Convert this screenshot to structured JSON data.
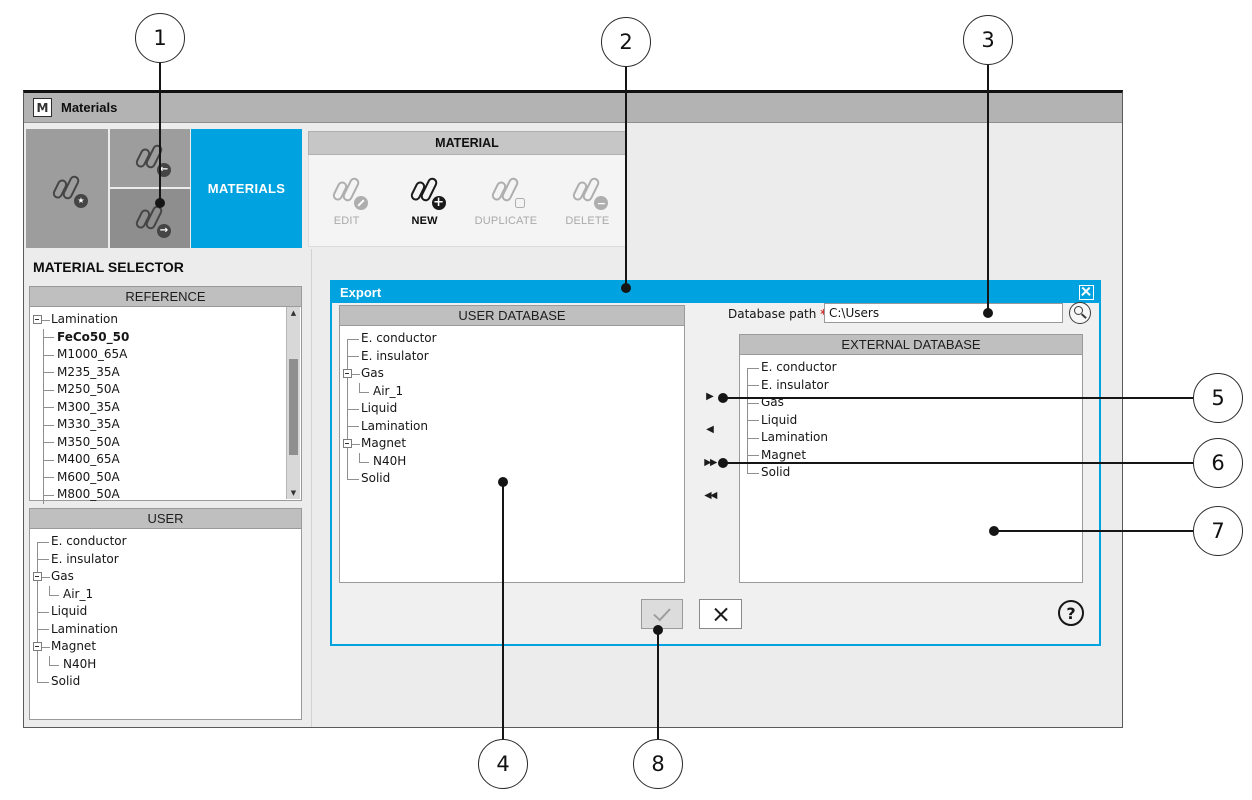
{
  "window": {
    "title": "Materials",
    "icon_glyph": "M"
  },
  "ribbon": {
    "tiles": [
      {
        "icon": "material-star-icon"
      },
      {
        "icon": "material-import-arrow-left-icon"
      },
      {
        "icon": "material-export-arrow-right-icon"
      }
    ],
    "active_tab": "MATERIALS",
    "group": {
      "title": "MATERIAL",
      "buttons": [
        {
          "label": "EDIT",
          "cls": "disabled",
          "badge": "pencil"
        },
        {
          "label": "NEW",
          "cls": "enabled",
          "badge": "plus"
        },
        {
          "label": "DUPLICATE",
          "cls": "disabled",
          "badge": "copy"
        },
        {
          "label": "DELETE",
          "cls": "disabled",
          "badge": "minus"
        }
      ]
    }
  },
  "selector": {
    "title": "MATERIAL SELECTOR",
    "reference": {
      "header": "REFERENCE",
      "scroll_up": "▲",
      "scroll_down": "▼",
      "items": [
        {
          "label": "Lamination",
          "cls": "r first box noc"
        },
        {
          "label": "FeCo50_50",
          "cls": "c2 sel"
        },
        {
          "label": "M1000_65A",
          "cls": "c2"
        },
        {
          "label": "M235_35A",
          "cls": "c2"
        },
        {
          "label": "M250_50A",
          "cls": "c2"
        },
        {
          "label": "M300_35A",
          "cls": "c2"
        },
        {
          "label": "M330_35A",
          "cls": "c2"
        },
        {
          "label": "M350_50A",
          "cls": "c2"
        },
        {
          "label": "M400_65A",
          "cls": "c2"
        },
        {
          "label": "M600_50A",
          "cls": "c2"
        },
        {
          "label": "M800_50A",
          "cls": "c2"
        }
      ]
    },
    "user": {
      "header": "USER",
      "items": [
        {
          "label": "E. conductor",
          "cls": "r first"
        },
        {
          "label": "E. insulator",
          "cls": "r"
        },
        {
          "label": "Gas",
          "cls": "r box"
        },
        {
          "label": "Air_1",
          "cls": "c"
        },
        {
          "label": "Liquid",
          "cls": "r"
        },
        {
          "label": "Lamination",
          "cls": "r"
        },
        {
          "label": "Magnet",
          "cls": "r box"
        },
        {
          "label": "N40H",
          "cls": "c"
        },
        {
          "label": "Solid",
          "cls": "r last"
        }
      ]
    }
  },
  "dialog": {
    "title": "Export",
    "user_db": {
      "header": "USER DATABASE",
      "items": [
        {
          "label": "E. conductor",
          "cls": "r first"
        },
        {
          "label": "E. insulator",
          "cls": "r"
        },
        {
          "label": "Gas",
          "cls": "r box"
        },
        {
          "label": "Air_1",
          "cls": "c"
        },
        {
          "label": "Liquid",
          "cls": "r"
        },
        {
          "label": "Lamination",
          "cls": "r"
        },
        {
          "label": "Magnet",
          "cls": "r box"
        },
        {
          "label": "N40H",
          "cls": "c"
        },
        {
          "label": "Solid",
          "cls": "r last"
        }
      ]
    },
    "external_db": {
      "header": "EXTERNAL DATABASE",
      "items": [
        {
          "label": "E. conductor",
          "cls": "r first"
        },
        {
          "label": "E. insulator",
          "cls": "r"
        },
        {
          "label": "Gas",
          "cls": "r"
        },
        {
          "label": "Liquid",
          "cls": "r"
        },
        {
          "label": "Lamination",
          "cls": "r"
        },
        {
          "label": "Magnet",
          "cls": "r"
        },
        {
          "label": "Solid",
          "cls": "r last"
        }
      ]
    },
    "path": {
      "label": "Database path",
      "required_mark": "*",
      "value": "C:\\Users"
    },
    "transfer_buttons": [
      {
        "glyph": "▶",
        "cls": "single"
      },
      {
        "glyph": "◀",
        "cls": "single"
      },
      {
        "glyph": "▶▶",
        "cls": "dbl"
      },
      {
        "glyph": "◀◀",
        "cls": "dbl"
      }
    ],
    "help_glyph": "?"
  },
  "callouts": [
    "1",
    "2",
    "3",
    "4",
    "5",
    "6",
    "7",
    "8"
  ],
  "colors": {
    "accent_cyan": "#00a2df",
    "required_red": "#d02f2f"
  }
}
